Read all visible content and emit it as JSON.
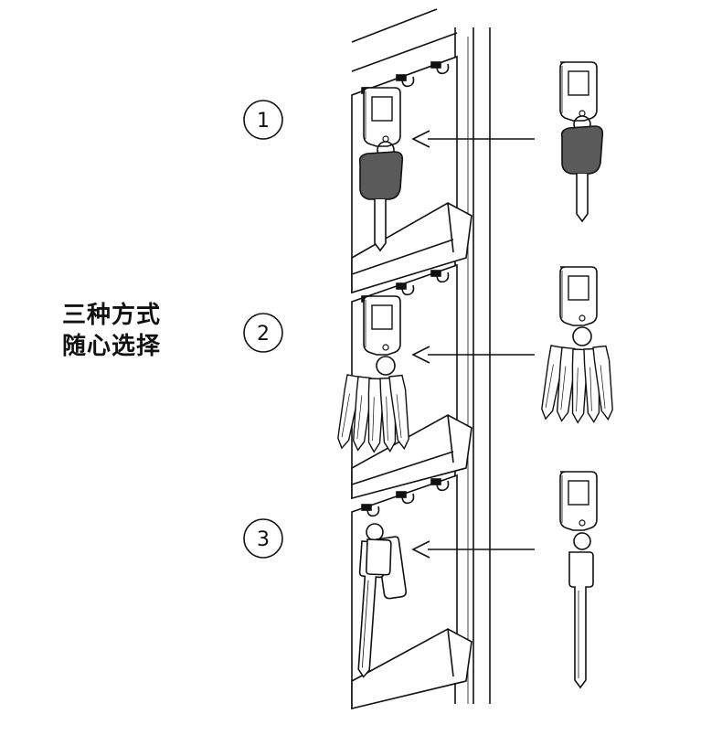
{
  "caption": {
    "line1": "三种方式",
    "line2": "随心选择"
  },
  "steps": [
    {
      "number": "1",
      "key_style": "single key with dark rubber head"
    },
    {
      "number": "2",
      "key_style": "bundle of keys"
    },
    {
      "number": "3",
      "key_style": "single flat key"
    }
  ],
  "colors": {
    "line": "#111111",
    "dark_key_head": "#5a5a5a",
    "background": "#ffffff"
  }
}
